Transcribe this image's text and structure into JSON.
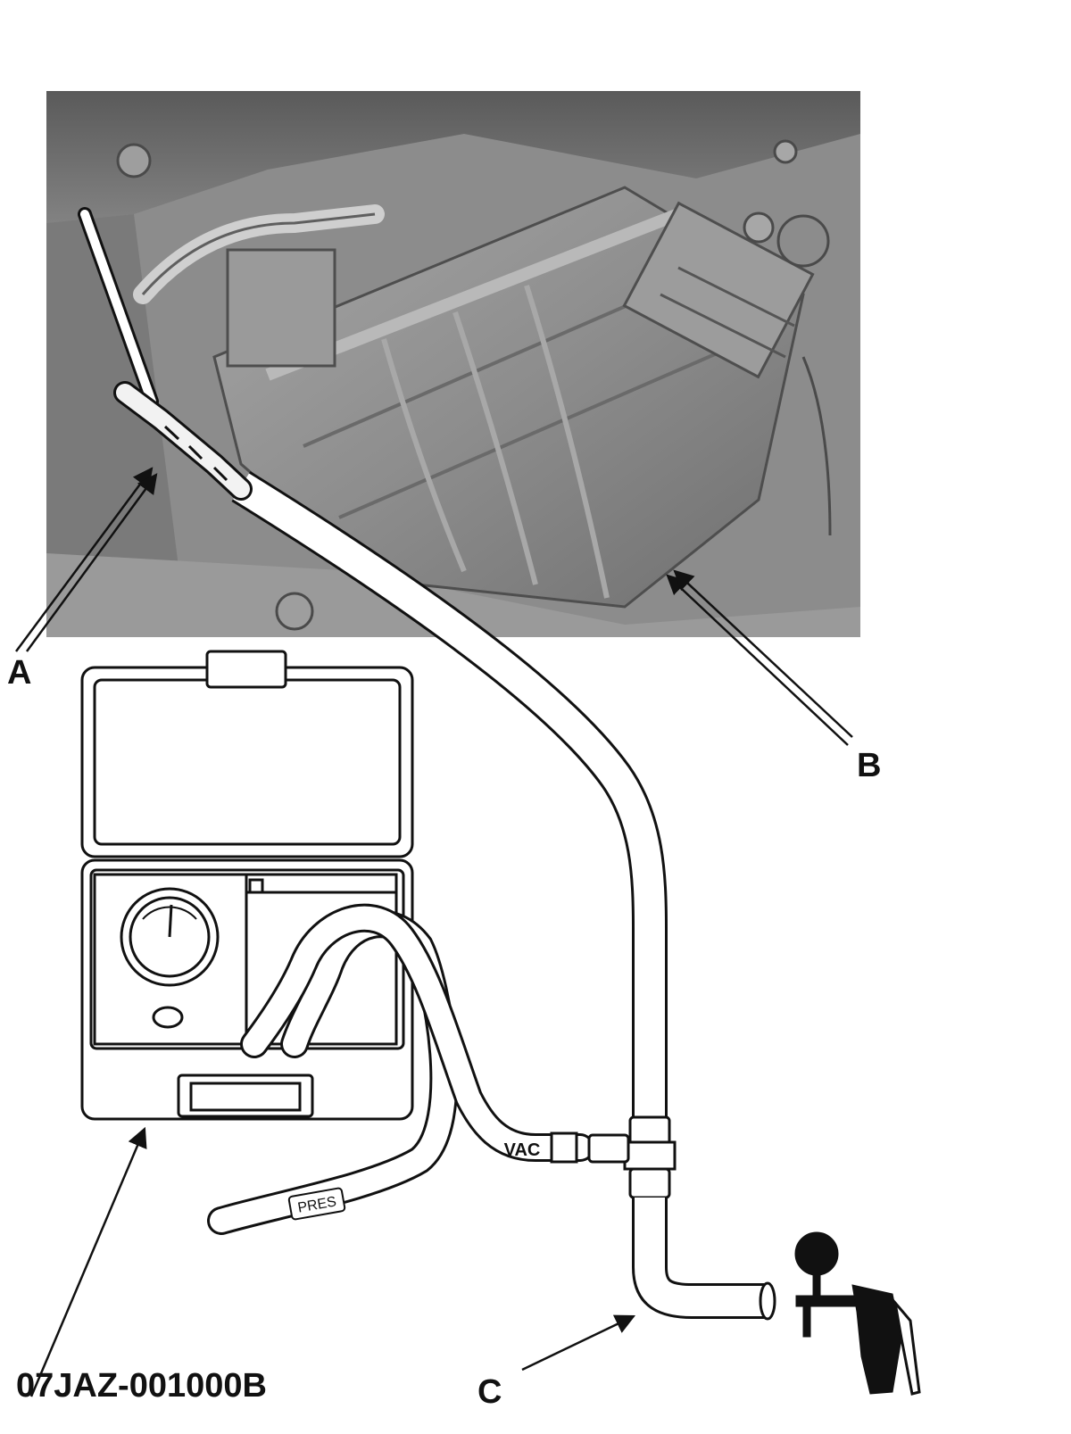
{
  "callouts": {
    "a": "A",
    "b": "B",
    "c": "C",
    "tool_number": "07JAZ-001000B"
  },
  "hose_labels": {
    "vac": "VAC",
    "pres": "PRES"
  },
  "colors": {
    "line": "#111111",
    "photo_dark": "#5e5e5e",
    "photo_mid": "#8a8a8a",
    "photo_light": "#b4b4b4",
    "background": "#ffffff"
  }
}
